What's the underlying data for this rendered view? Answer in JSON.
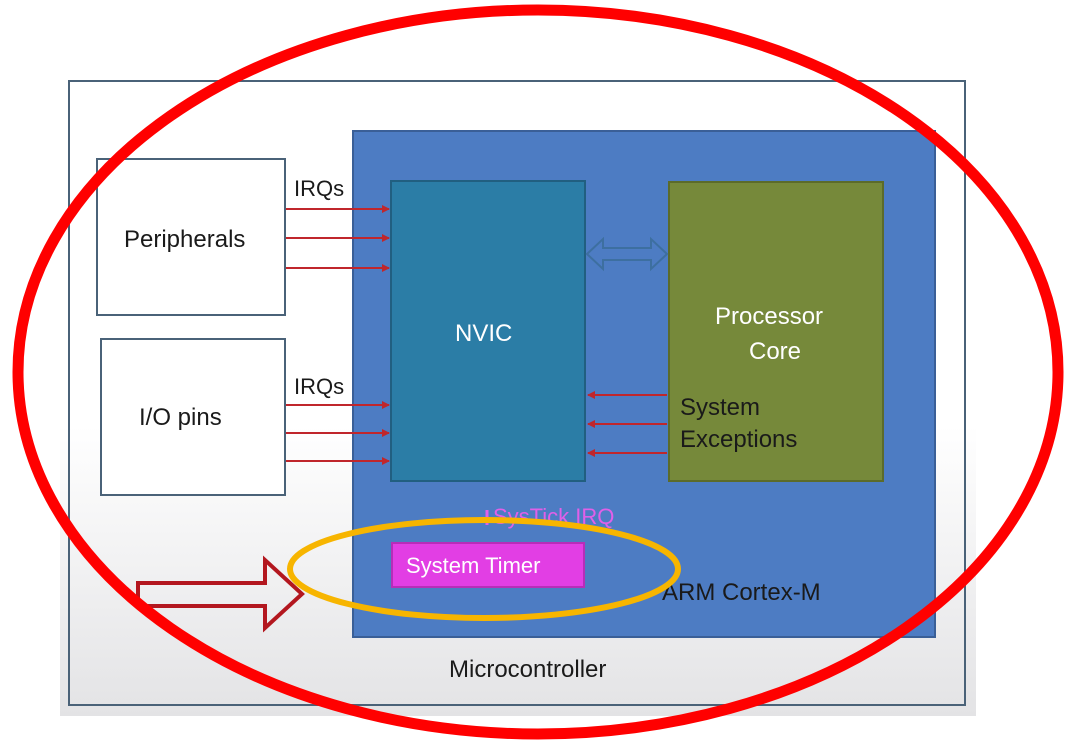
{
  "diagram": {
    "peripherals_label": "Peripherals",
    "io_label": "I/O pins",
    "irq_label_top": "IRQs",
    "irq_label_bottom": "IRQs",
    "nvic_label": "NVIC",
    "core_label_line1": "Processor",
    "core_label_line2": "Core",
    "exceptions_line1": "System",
    "exceptions_line2": "Exceptions",
    "systick_label": "SysTick IRQ",
    "timer_label": "System Timer",
    "arm_label": "ARM Cortex-M",
    "mcu_label": "Microcontroller"
  },
  "colors": {
    "annotation_ellipse": "#ff0000",
    "highlight_ellipse": "#f7b500",
    "arm_block": "#4d7cc3",
    "nvic_block": "#2b7da6",
    "core_block": "#76893a",
    "timer_block": "#e23ee4",
    "irq_arrows": "#c0262c"
  }
}
